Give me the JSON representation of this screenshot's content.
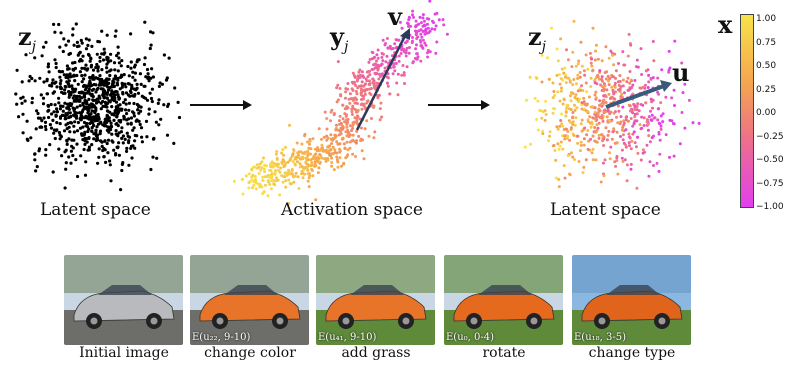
{
  "symbols": {
    "z_left": "z",
    "z_left_sub": "j",
    "y_mid": "y",
    "y_mid_sub": "j",
    "z_right": "z",
    "z_right_sub": "j",
    "v": "v",
    "u": "u",
    "x": "x"
  },
  "captions": {
    "left": "Latent space",
    "middle": "Activation space",
    "right": "Latent space"
  },
  "colorbar": {
    "ticks": [
      "1.00",
      "0.75",
      "0.50",
      "0.25",
      "0.00",
      "−0.25",
      "−0.50",
      "−0.75",
      "−1.00"
    ],
    "top_color": "#f7e34a",
    "bottom_color": "#e13ff0"
  },
  "photos": [
    {
      "caption": "Initial image",
      "edit": "",
      "car_color": "#b8babd",
      "bg": "#7a8a6a"
    },
    {
      "caption": "change color",
      "edit": "E(u₂₂, 9-10)",
      "car_color": "#e8742a",
      "bg": "#7a8a6a"
    },
    {
      "caption": "add grass",
      "edit": "E(u₄₁, 9-10)",
      "car_color": "#e8742a",
      "bg": "#6f8f4d"
    },
    {
      "caption": "rotate",
      "edit": "E(u₀, 0-4)",
      "car_color": "#e56a1e",
      "bg": "#5f8a3e"
    },
    {
      "caption": "change type",
      "edit": "E(u₁₈, 3-5)",
      "car_color": "#e0641c",
      "bg": "#6a9aca"
    }
  ]
}
